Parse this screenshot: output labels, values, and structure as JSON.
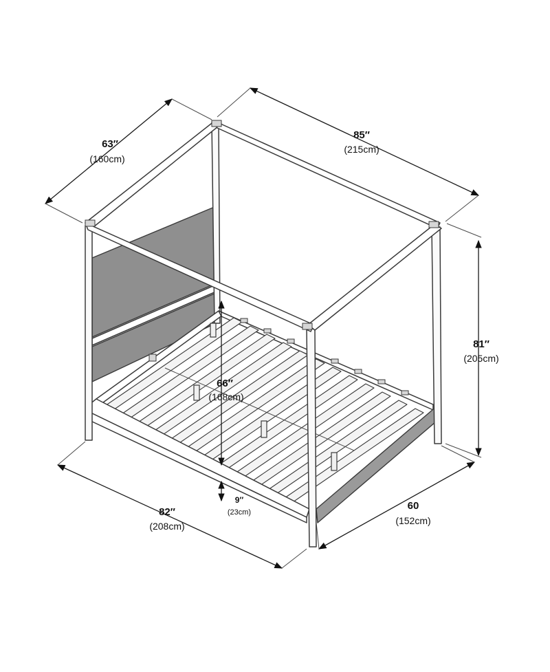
{
  "dimensions": {
    "depth": {
      "primary": "63″",
      "secondary": "(160cm)"
    },
    "length": {
      "primary": "85″",
      "secondary": "(215cm)"
    },
    "height": {
      "primary": "81″",
      "secondary": "(205cm)"
    },
    "inner_height": {
      "primary": "66″",
      "secondary": "(168cm)"
    },
    "clearance": {
      "primary": "9″",
      "secondary": "(23cm)"
    },
    "front_length": {
      "primary": "82″",
      "secondary": "(208cm)"
    },
    "width": {
      "primary": "60",
      "secondary": "(152cm)"
    }
  },
  "colors": {
    "line": "#3a3a3a",
    "panel": "#8f8f8f",
    "background": "#ffffff"
  }
}
